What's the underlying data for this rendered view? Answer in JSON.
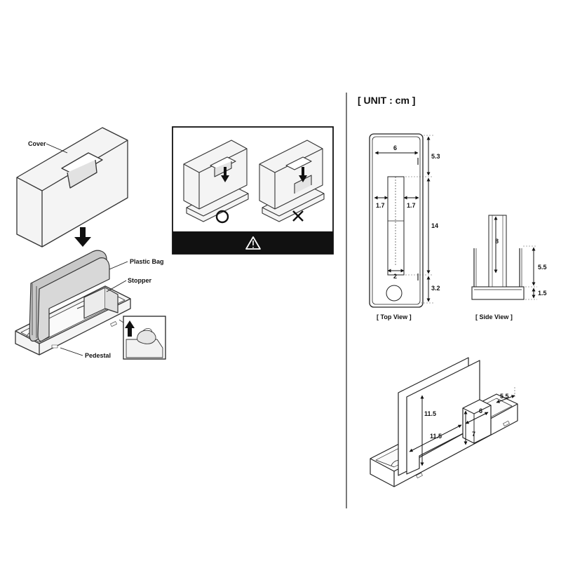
{
  "unit_label": "[ UNIT : cm ]",
  "assembly": {
    "cover": "Cover",
    "plastic_bag": "Plastic Bag",
    "stopper": "Stopper",
    "pedestal": "Pedestal"
  },
  "warning_panel": {
    "correct_mark": "O",
    "wrong_mark": "X",
    "warning_icon": "warning-triangle-icon"
  },
  "top_view": {
    "caption": "[ Top View ]",
    "width": "6",
    "top_gap": "5.3",
    "left_gap": "1.7",
    "right_gap": "1.7",
    "slot_length": "14",
    "slot_width": "2",
    "bottom_gap": "3.2"
  },
  "side_view": {
    "caption": "[ Side View ]",
    "inner_height": "8",
    "wall_height": "5.5",
    "base_height": "1.5"
  },
  "perspective": {
    "plate_height": "11.5",
    "plate_length": "11.5",
    "step_width": "6",
    "step_height": "7",
    "rear_width": "5.5"
  }
}
